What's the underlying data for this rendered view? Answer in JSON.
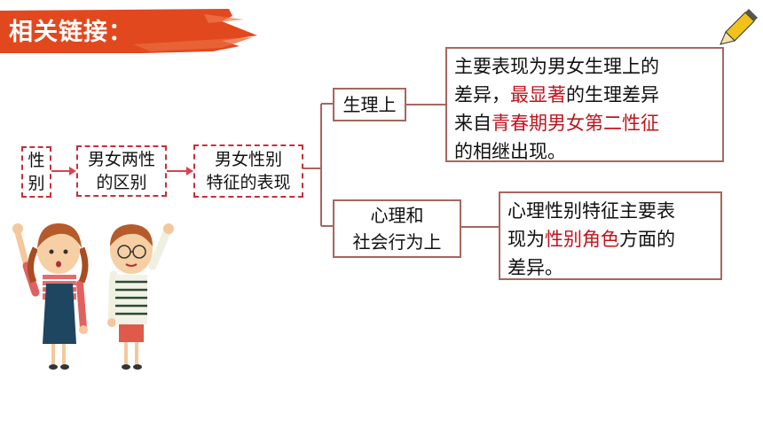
{
  "banner": {
    "title": "相关链接：",
    "color": "#e2481e"
  },
  "flow": {
    "box1": [
      "性",
      "别"
    ],
    "box2": [
      "男女两性",
      "的区别"
    ],
    "box3": [
      "男女性别",
      "特征的表现"
    ]
  },
  "branches": {
    "physical": {
      "label": "生理上"
    },
    "psych": {
      "label_line1": "心理和",
      "label_line2": "社会行为上"
    }
  },
  "desc1": {
    "line1": "主要表现为男女生理上的",
    "line2": "差异，",
    "highlight1": "最显著",
    "line2b": "的生理差异",
    "line3a": "来自",
    "highlight2": "青春期男女第二性征",
    "line4": "的相继出现。"
  },
  "desc2": {
    "line1": "心理性别特征主要表",
    "line2a": "现为",
    "highlight": "性别角色",
    "line2b": "方面的",
    "line3": "差异。"
  },
  "colors": {
    "accent_red": "#c8303a",
    "highlight_red": "#c0141c",
    "box_border": "#a5675f",
    "arrow": "#d8434f"
  },
  "icons": [
    "brush-banner",
    "pencil-icon",
    "girl-illustration",
    "boy-illustration"
  ]
}
